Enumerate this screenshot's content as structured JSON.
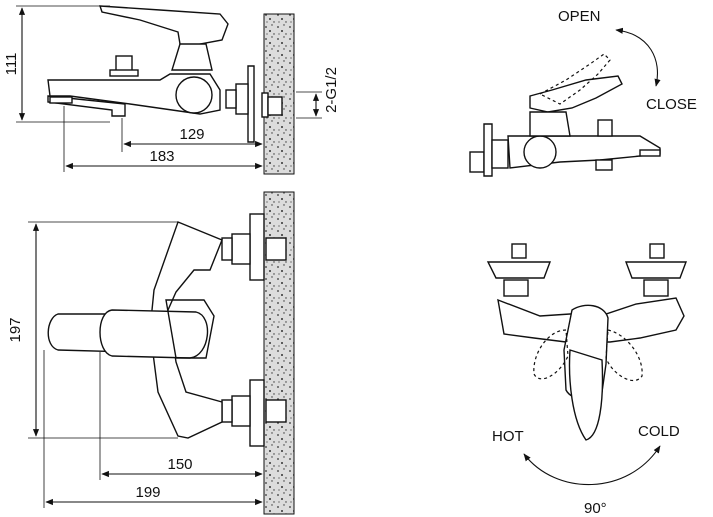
{
  "dimensions": {
    "side_height": "111",
    "side_depth_inner": "129",
    "side_depth_outer": "183",
    "thread": "2-G1/2",
    "front_height": "197",
    "front_depth_inner": "150",
    "front_depth_outer": "199"
  },
  "labels": {
    "open": "OPEN",
    "close": "CLOSE",
    "hot": "HOT",
    "cold": "COLD",
    "rotation": "90°"
  }
}
